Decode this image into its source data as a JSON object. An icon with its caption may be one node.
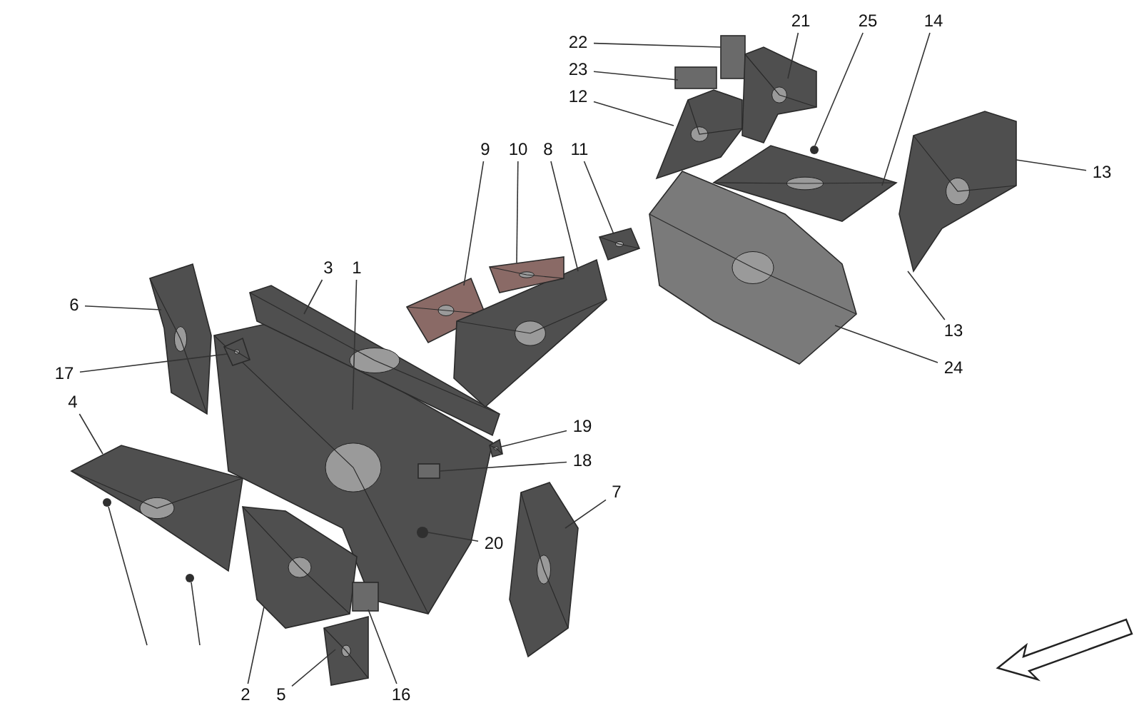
{
  "diagram": {
    "nodes": [
      {
        "text": [
          "21"
        ]
      },
      {
        "text": [
          "25"
        ]
      },
      {
        "text": [
          "14"
        ]
      },
      {
        "text": [
          "22"
        ]
      },
      {
        "text": [
          "23"
        ]
      },
      {
        "text": [
          "12"
        ]
      },
      {
        "text": [
          "9"
        ]
      },
      {
        "text": [
          "10"
        ]
      },
      {
        "text": [
          "8"
        ]
      },
      {
        "text": [
          "11"
        ]
      },
      {
        "text": [
          "13"
        ]
      },
      {
        "text": [
          "3"
        ]
      },
      {
        "text": [
          "1"
        ]
      },
      {
        "text": [
          "6"
        ]
      },
      {
        "text": [
          "13"
        ]
      },
      {
        "text": [
          "17"
        ]
      },
      {
        "text": [
          "24"
        ]
      },
      {
        "text": [
          "4"
        ]
      },
      {
        "text": [
          "19"
        ]
      },
      {
        "text": [
          "18"
        ]
      },
      {
        "text": [
          "7"
        ]
      },
      {
        "text": [
          "20"
        ]
      },
      {
        "text": [
          "2"
        ]
      },
      {
        "text": [
          "5"
        ]
      },
      {
        "text": [
          "16"
        ]
      },
      {
        "text": [],
        "shape": "picture"
      },
      {
        "text": [],
        "shape": "circle"
      },
      {
        "text": [],
        "shape": "picture"
      },
      {
        "text": [],
        "shape": "circle"
      },
      {
        "text": [],
        "shape": "picture"
      },
      {
        "text": [],
        "shape": "picture",
        "in": 29
      },
      {
        "text": [],
        "shape": "picture"
      },
      {
        "text": [],
        "shape": "picture"
      },
      {
        "text": [],
        "shape": "picture"
      },
      {
        "text": [],
        "shape": "box"
      },
      {
        "text": [],
        "shape": "picture"
      },
      {
        "text": [],
        "shape": "box",
        "in": 29
      },
      {
        "text": [],
        "shape": "circle",
        "in": 29
      },
      {
        "text": [],
        "shape": "picture"
      },
      {
        "text": [],
        "shape": "picture"
      },
      {
        "text": [],
        "shape": "picture"
      },
      {
        "text": [],
        "shape": "picture"
      },
      {
        "text": [],
        "shape": "picture"
      },
      {
        "text": [],
        "shape": "picture"
      },
      {
        "text": [],
        "shape": "box"
      },
      {
        "text": [],
        "shape": "box"
      },
      {
        "text": [],
        "shape": "picture"
      },
      {
        "text": [],
        "shape": "picture"
      },
      {
        "text": [],
        "shape": "circle"
      },
      {
        "text": [],
        "shape": "picture"
      },
      {
        "text": [],
        "shape": "picture"
      }
    ],
    "edges": [
      {
        "from": 0,
        "to": 46,
        "arrow": "none"
      },
      {
        "from": 1,
        "to": 48,
        "arrow": "none"
      },
      {
        "from": 2,
        "to": 47,
        "arrow": "none"
      },
      {
        "from": 3,
        "to": 45,
        "arrow": "none"
      },
      {
        "from": 4,
        "to": 44,
        "arrow": "none"
      },
      {
        "from": 5,
        "to": 43,
        "arrow": "none"
      },
      {
        "from": 6,
        "to": 35,
        "arrow": "none"
      },
      {
        "from": 7,
        "to": 41,
        "arrow": "none"
      },
      {
        "from": 8,
        "to": 39,
        "arrow": "none"
      },
      {
        "from": 9,
        "to": 42,
        "arrow": "none"
      },
      {
        "from": 10,
        "to": 50,
        "arrow": "none"
      },
      {
        "from": 11,
        "to": 32,
        "arrow": "none"
      },
      {
        "from": 12,
        "to": 29,
        "arrow": "none"
      },
      {
        "from": 13,
        "to": 27,
        "arrow": "none"
      },
      {
        "from": 14,
        "to": 50,
        "arrow": "none"
      },
      {
        "from": 15,
        "to": 30,
        "arrow": "none"
      },
      {
        "from": 16,
        "to": 49,
        "arrow": "none"
      },
      {
        "from": 17,
        "to": 25,
        "arrow": "none"
      },
      {
        "from": 18,
        "to": 38,
        "arrow": "none"
      },
      {
        "from": 19,
        "to": 36,
        "arrow": "none"
      },
      {
        "from": 20,
        "to": 40,
        "arrow": "none"
      },
      {
        "from": 21,
        "to": 37,
        "arrow": "none"
      },
      {
        "from": 22,
        "to": 31,
        "arrow": "none"
      },
      {
        "from": 23,
        "to": 33,
        "arrow": "none"
      },
      {
        "from": 24,
        "to": 34,
        "arrow": "none"
      },
      {
        "from": 26,
        "to": null,
        "arrow": "none"
      },
      {
        "from": 28,
        "to": null,
        "arrow": "none"
      }
    ]
  }
}
